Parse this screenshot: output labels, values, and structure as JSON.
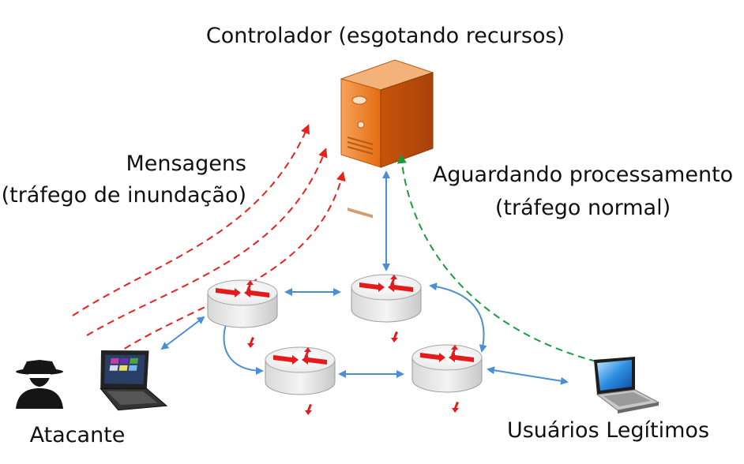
{
  "labels": {
    "controller": "Controlador (esgotando recursos)",
    "flood_line1": "Mensagens",
    "flood_line2": "(tráfego de inundação)",
    "waiting_line1": "Aguardando processamento",
    "waiting_line2": "(tráfego normal)",
    "attacker": "Atacante",
    "legit_users": "Usuários Legítimos"
  },
  "icons": {
    "controller": "server-icon",
    "routers": "router-icon",
    "attacker": "spy-icon",
    "attacker_laptop": "laptop-icon",
    "user_laptop": "laptop-icon"
  },
  "colors": {
    "flood_traffic": "#e8211c",
    "normal_traffic": "#1c9a3e",
    "links": "#4a8fd4",
    "server": "#e8741e",
    "router_arrows": "#e31b1b"
  }
}
